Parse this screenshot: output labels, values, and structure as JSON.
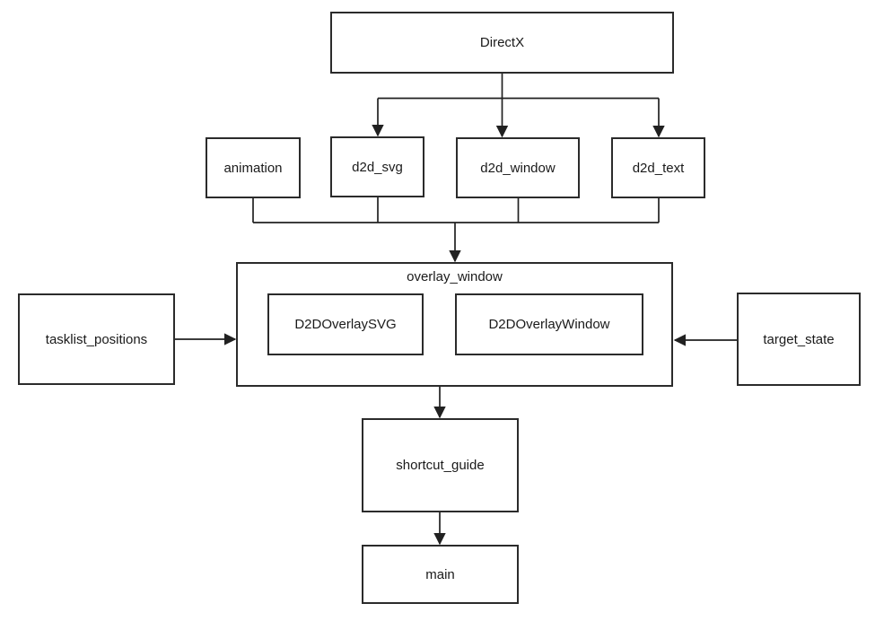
{
  "diagram": {
    "kind": "module-dependency-flowchart",
    "colors": {
      "background": "#ffffff",
      "line": "#212121",
      "box_border": "#2b2b2b",
      "text": "#1a1a1a"
    },
    "nodes": {
      "directx": {
        "label": "DirectX"
      },
      "animation": {
        "label": "animation"
      },
      "d2d_svg": {
        "label": "d2d_svg"
      },
      "d2d_window": {
        "label": "d2d_window"
      },
      "d2d_text": {
        "label": "d2d_text"
      },
      "overlay_window": {
        "label": "overlay_window"
      },
      "d2d_overlay_svg": {
        "label": "D2DOverlaySVG"
      },
      "d2d_overlay_window": {
        "label": "D2DOverlayWindow"
      },
      "tasklist_positions": {
        "label": "tasklist_positions"
      },
      "target_state": {
        "label": "target_state"
      },
      "shortcut_guide": {
        "label": "shortcut_guide"
      },
      "main": {
        "label": "main"
      }
    },
    "containment": [
      {
        "parent": "overlay_window",
        "children": [
          "D2DOverlaySVG",
          "D2DOverlayWindow"
        ]
      }
    ],
    "edges": [
      {
        "from": "DirectX",
        "to": "d2d_svg"
      },
      {
        "from": "DirectX",
        "to": "d2d_window"
      },
      {
        "from": "DirectX",
        "to": "d2d_text"
      },
      {
        "from": "animation",
        "to": "overlay_window"
      },
      {
        "from": "d2d_svg",
        "to": "overlay_window"
      },
      {
        "from": "d2d_window",
        "to": "overlay_window"
      },
      {
        "from": "d2d_text",
        "to": "overlay_window"
      },
      {
        "from": "tasklist_positions",
        "to": "overlay_window"
      },
      {
        "from": "target_state",
        "to": "overlay_window"
      },
      {
        "from": "overlay_window",
        "to": "shortcut_guide"
      },
      {
        "from": "shortcut_guide",
        "to": "main"
      }
    ]
  }
}
